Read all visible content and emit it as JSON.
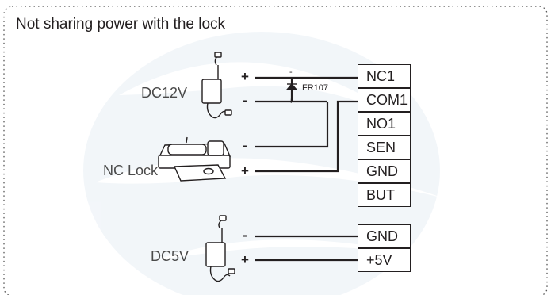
{
  "title": "Not sharing power with the lock",
  "components": {
    "psu_top": {
      "label": "DC12V"
    },
    "lock": {
      "label": "NC Lock"
    },
    "psu_bottom": {
      "label": "DC5V"
    },
    "diode": {
      "label": "FR107"
    }
  },
  "terminal_block_top": [
    "NC1",
    "COM1",
    "NO1",
    "SEN",
    "GND",
    "BUT"
  ],
  "terminal_block_bottom": [
    "GND",
    "+5V"
  ],
  "polarity": {
    "plus": "+",
    "minus": "-"
  },
  "colors": {
    "line": "#231f20",
    "label_gray": "#4a4a4a",
    "watermark": "#e6edf4",
    "frame_dots": "#555555"
  }
}
